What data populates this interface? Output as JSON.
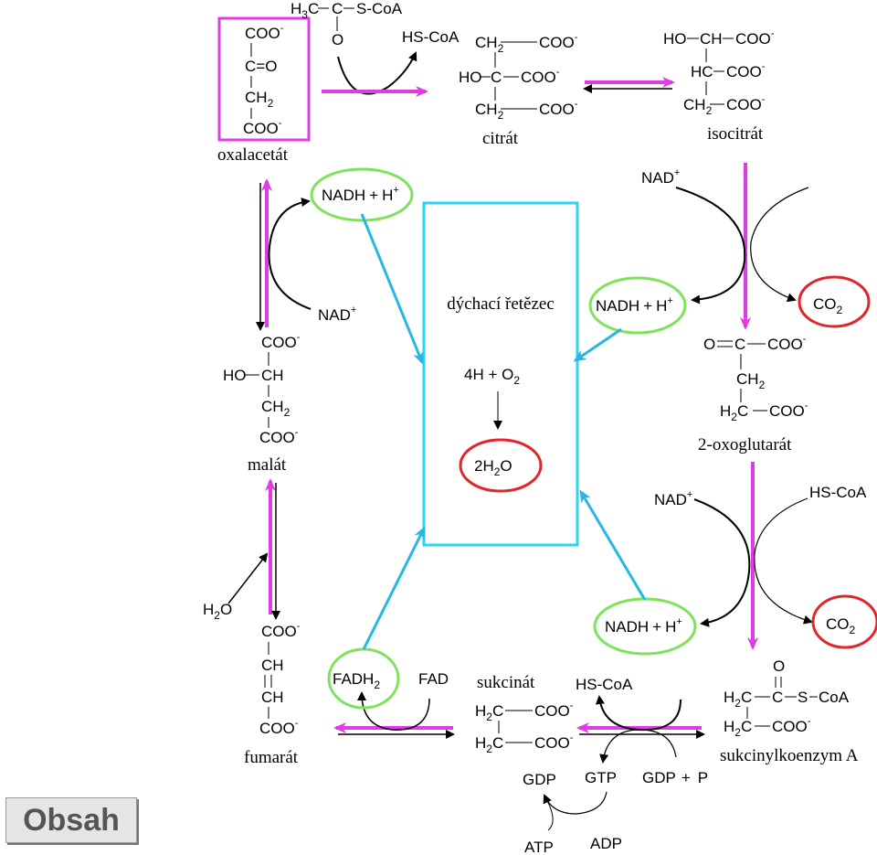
{
  "colors": {
    "magenta": "#e13be6",
    "cyan": "#27b6e5",
    "green": "#7ee35a",
    "red": "#e1252c",
    "box": "#29d5f0"
  },
  "metabolites": {
    "oxalacetat": {
      "name": "oxalacetát",
      "l1": "COO",
      "l2": "C=O",
      "l3": "CH",
      "l4": "COO"
    },
    "citrat": {
      "name": "citrát",
      "l1": "CH",
      "l2": "COO",
      "l3": "HO",
      "l4": "C",
      "l5": "COO",
      "l6": "CH",
      "l7": "COO"
    },
    "isocitrat": {
      "name": "isocitrát",
      "l1": "HO",
      "l2": "CH",
      "l3": "COO",
      "l4": "HC",
      "l5": "COO",
      "l6": "CH",
      "l7": "COO"
    },
    "oxoglutarat": {
      "name": "2-oxoglutarát",
      "l1": "O",
      "l2": "C",
      "l3": "COO",
      "l4": "CH",
      "l5": "H",
      "l6": "C",
      "l7": "COO"
    },
    "sukcinylkoenzym": {
      "name": "sukcinylkoenzym A",
      "o": "O",
      "l1": "H",
      "l2": "C",
      "l3": "C",
      "l4": "S",
      "l5": "CoA",
      "l6": "H",
      "l7": "C",
      "l8": "COO"
    },
    "sukcinat": {
      "name": "sukcinát",
      "l1": "H",
      "l2": "C",
      "l3": "COO",
      "l4": "H",
      "l5": "C",
      "l6": "COO"
    },
    "fumarat": {
      "name": "fumarát",
      "l1": "COO",
      "l2": "CH",
      "l3": "CH",
      "l4": "COO"
    },
    "malat": {
      "name": "malát",
      "l1": "COO",
      "l2": "HO",
      "l3": "CH",
      "l4": "CH",
      "l5": "COO"
    }
  },
  "acetyl": {
    "h3c": "H",
    "c": "C",
    "s_coa": "S-CoA",
    "o": "O"
  },
  "cofactors": {
    "hs_coa": "HS-CoA",
    "nad": "NAD",
    "nadh": "NADH",
    "h": "H",
    "plus": "+",
    "minus": "-",
    "co2": "CO",
    "fad": "FAD",
    "fadh": "FADH",
    "gdp": "GDP",
    "gtp": "GTP",
    "p": "P",
    "atp": "ATP",
    "adp": "ADP",
    "h2o": "H",
    "h2o_o": "O",
    "two": "2",
    "three": "3"
  },
  "respiratory": {
    "title": "dýchací řetězec",
    "reaction": "4H + O",
    "product_pre": "2H",
    "product_post": "O"
  },
  "nav": {
    "obsah": "Obsah"
  }
}
